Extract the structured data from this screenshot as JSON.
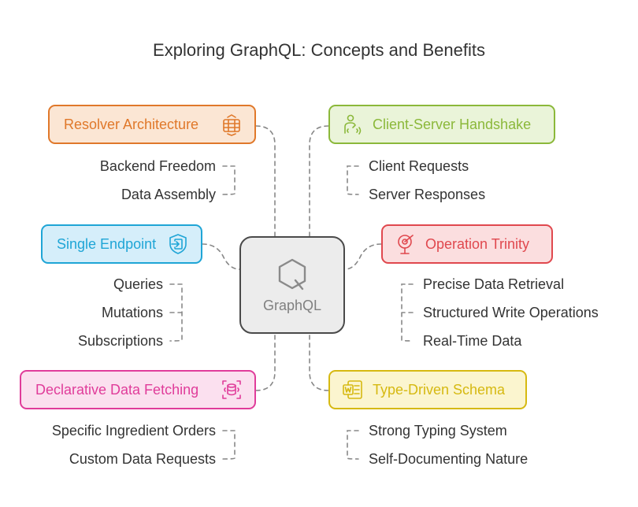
{
  "title": "Exploring GraphQL: Concepts and Benefits",
  "hub": {
    "label": "GraphQL",
    "icon": "graphql-icon",
    "border": "#4a4a4a",
    "fill": "#ececec",
    "text": "#808080"
  },
  "left": [
    {
      "label": "Resolver Architecture",
      "icon": "database-layers-icon",
      "color": "#e0782a",
      "fill": "#fbe6d4",
      "items": [
        "Backend Freedom",
        "Data Assembly"
      ]
    },
    {
      "label": "Single Endpoint",
      "icon": "secure-entry-icon",
      "color": "#1fa5d6",
      "fill": "#d5eefa",
      "items": [
        "Queries",
        "Mutations",
        "Subscriptions"
      ]
    },
    {
      "label": "Declarative Data Fetching",
      "icon": "data-focus-icon",
      "color": "#e03c9a",
      "fill": "#fbe0ef",
      "items": [
        "Specific Ingredient Orders",
        "Custom Data Requests"
      ]
    }
  ],
  "right": [
    {
      "label": "Client-Server Handshake",
      "icon": "user-signal-icon",
      "color": "#8bb83a",
      "fill": "#eaf4d9",
      "items": [
        "Client Requests",
        "Server Responses"
      ]
    },
    {
      "label": "Operation Trinity",
      "icon": "target-stand-icon",
      "color": "#e0484e",
      "fill": "#fbdedf",
      "items": [
        "Precise Data Retrieval",
        "Structured Write Operations",
        "Real-Time Data"
      ]
    },
    {
      "label": "Type-Driven Schema",
      "icon": "word-document-icon",
      "color": "#d6b911",
      "fill": "#fbf5cf",
      "items": [
        "Strong Typing System",
        "Self-Documenting Nature"
      ]
    }
  ]
}
